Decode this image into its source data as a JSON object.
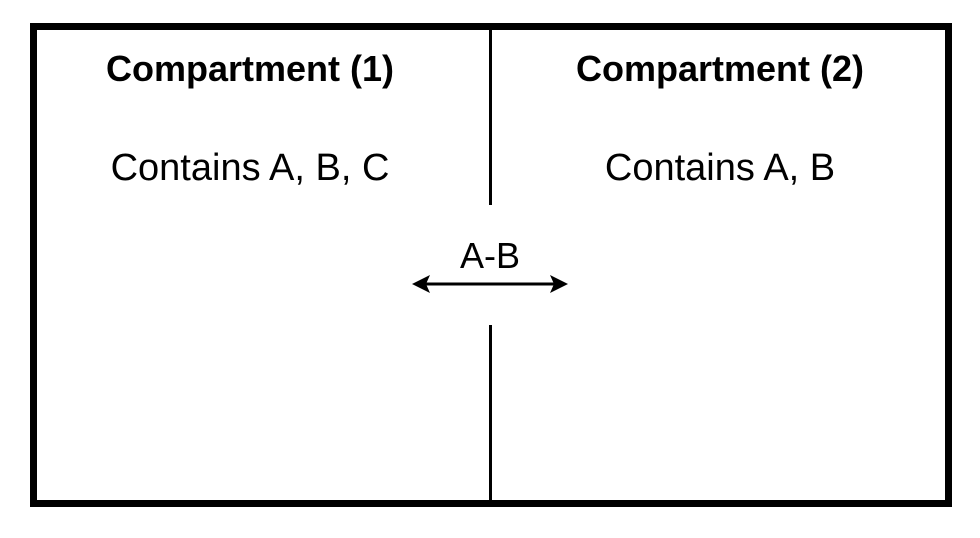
{
  "compartments": [
    {
      "title": "Compartment (1)",
      "contents": "Contains A, B, C"
    },
    {
      "title": "Compartment (2)",
      "contents": "Contains A, B"
    }
  ],
  "transport": {
    "label": "A-B",
    "direction": "bidirectional"
  },
  "colors": {
    "line": "#000000",
    "background": "#ffffff"
  }
}
